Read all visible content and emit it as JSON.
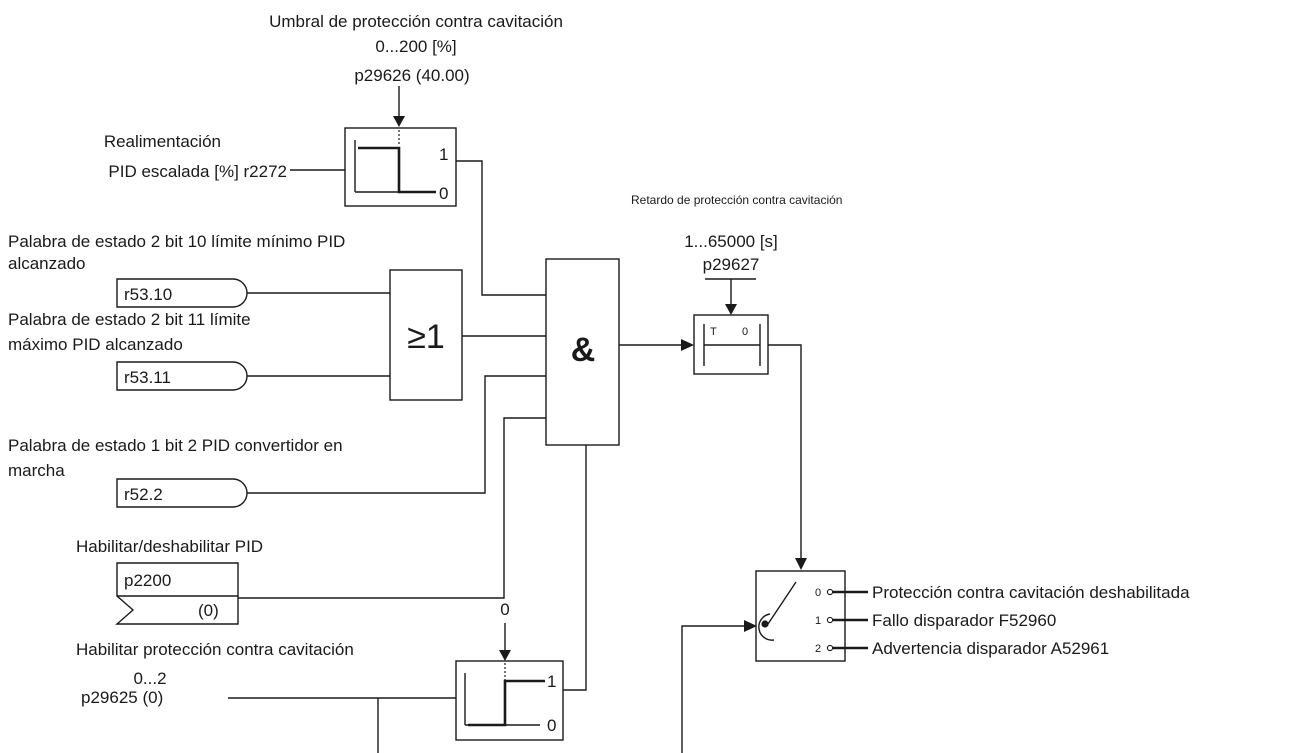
{
  "threshold_block": {
    "title": "Umbral de protección contra cavitación",
    "range": "0...200 [%]",
    "param": "p29626 (40.00)",
    "out_high": "1",
    "out_low": "0"
  },
  "feedback": {
    "line1": "Realimentación",
    "line2": "PID escalada [%] r2272"
  },
  "status_min": {
    "line1": "Palabra de estado 2 bit 10 límite mínimo PID",
    "line2": "alcanzado",
    "tag": "r53.10"
  },
  "status_max": {
    "line1": "Palabra de estado 2 bit 11 límite",
    "line2": "máximo PID alcanzado",
    "tag": "r53.11"
  },
  "or_gate": {
    "symbol": "≥1"
  },
  "and_gate": {
    "symbol": "&"
  },
  "status_running": {
    "line1": "Palabra de estado 1 bit 2 PID convertidor en",
    "line2": "marcha",
    "tag": "r52.2"
  },
  "pid_enable": {
    "label": "Habilitar/deshabilitar PID",
    "param": "p2200",
    "default": "(0)"
  },
  "delay": {
    "title": "Retardo de protección contra cavitación",
    "range": "1...65000 [s]",
    "param": "p29627",
    "t_label": "T",
    "zero_label": "0"
  },
  "cav_enable": {
    "label": "Habilitar protección contra cavitación",
    "range": "0...2",
    "param": "p29625 (0)",
    "threshold_input": "0",
    "out_high": "1",
    "out_low": "0"
  },
  "selector": {
    "outputs": [
      {
        "index": "0",
        "label": "Protección contra cavitación deshabilitada"
      },
      {
        "index": "1",
        "label": "Fallo disparador F52960"
      },
      {
        "index": "2",
        "label": "Advertencia disparador A52961"
      }
    ]
  }
}
